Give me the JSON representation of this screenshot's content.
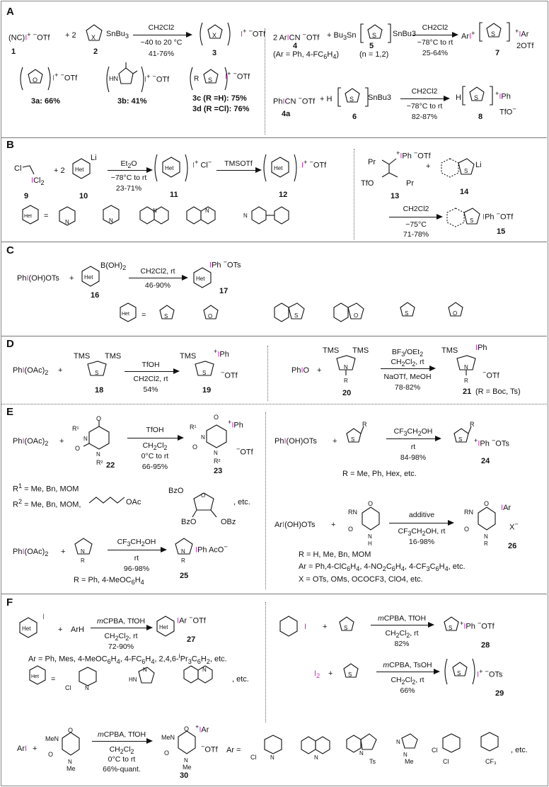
{
  "sections": [
    "A",
    "B",
    "C",
    "D",
    "E",
    "F"
  ],
  "A": {
    "r1_lhs": "(NC)",
    "r1_otf": "OTf",
    "r1_plus": "+ 2",
    "cmp1": "1",
    "cmp2": "2",
    "cmp3": "3",
    "snbu3": "SnBu",
    "cond_solvent": "CH2Cl2",
    "cond_temp": "−40 to 20 °C",
    "cond_yield": "41-76%",
    "otf": "OTf",
    "p3a": "3a: 66%",
    "p3b": "3b: 41%",
    "p3c": "3c (R =H): 75%",
    "p3d": "3d (R =Cl): 76%",
    "r2_lhs": "2 ArICN OTf",
    "r2_plus": "+ Bu3Sn",
    "r2_sn": "SnBu3",
    "cmp4": "4",
    "cmp5": "5",
    "cmp7": "7",
    "ar_def": "(Ar = Ph, 4-FC6H4)",
    "n_def": "(n = 1,2)",
    "cond2_solvent": "CH2Cl2",
    "cond2_temp": "−78°C to rt",
    "cond2_yield": "25-64%",
    "p7_ar": "Ar",
    "p7_iar": "Ar",
    "p7_2otf": "2OTf",
    "r3_lhs": "PhICN OTf",
    "r3_h": "+ H",
    "r3_sn": "SnBu3",
    "cmp4a": "4a",
    "cmp6": "6",
    "cmp8": "8",
    "cond3_solvent": "CH2Cl2",
    "cond3_temp": "−78°C to rt",
    "cond3_yield": "82-87%",
    "p8_h": "H",
    "p8_ph": "Ph",
    "p8_tfo": "TfO"
  },
  "B": {
    "cl": "Cl",
    "icl2": "ICl2",
    "plus2": "+ 2",
    "li": "Li",
    "cmp9": "9",
    "cmp10": "10",
    "cmp11": "11",
    "cmp12": "12",
    "cmp13": "13",
    "cmp14": "14",
    "cmp15": "15",
    "cond_solvent": "Et2O",
    "cond_temp": "−78°C to rt",
    "cond_yield": "23-71%",
    "tmsotf": "TMSOTf",
    "cl_minus": "Cl",
    "otf": "OTf",
    "pr": "Pr",
    "tfo": "TfO",
    "iph": "IPh",
    "plus": "+",
    "cond2_solvent": "CH2Cl2",
    "cond2_temp": "−75°C",
    "cond2_yield": "71-78%",
    "het": "Het",
    "eq": "="
  },
  "C": {
    "reagent": "PhI(OH)OTs",
    "plus": "+",
    "boh2": "B(OH)2",
    "cmp16": "16",
    "cmp17": "17",
    "cond_solvent": "CH2Cl2, rt",
    "cond_yield": "46-90%",
    "iph": "IPh",
    "ots": "OTs",
    "het": "Het",
    "eq": "="
  },
  "D": {
    "reagent1": "PhI(OAc)2",
    "plus": "+",
    "tms": "TMS",
    "cmp18": "18",
    "cmp19": "19",
    "cmp20": "20",
    "cmp21": "21",
    "cond1_acid": "TfOH",
    "cond1_solvent": "CH2Cl2, rt",
    "cond1_yield": "54%",
    "iph": "IPh",
    "otf": "OTf",
    "reagent2": "PhIO",
    "cond2_a": "BF3/OEt2",
    "cond2_b": "CH2Cl2, rt",
    "cond2_c": "NaOTf, MeOH",
    "cond2_yield": "78-82%",
    "r_def": "(R = Boc, Ts)",
    "n_r": "R"
  },
  "E": {
    "reagent1": "PhI(OAc)2",
    "plus": "+",
    "cmp22": "22",
    "cmp23": "23",
    "cmp24": "24",
    "cmp25": "25",
    "cmp26": "26",
    "cond1_acid": "TfOH",
    "cond1_solvent": "CH2Cl2",
    "cond1_temp": "0°C to rt",
    "cond1_yield": "66-95%",
    "iph": "IPh",
    "otf": "OTf",
    "r1_def": "R1 = Me, Bn, MOM",
    "r2_def": "R2 = Me, Bn, MOM,",
    "oac": "OAc",
    "bzo": "BzO",
    "obz": "OBz",
    "etc": ", etc.",
    "reagent2": "PhI(OAc)2",
    "cond2_solvent": "CF3CH2OH",
    "cond2_temp": "rt",
    "cond2_yield": "96-98%",
    "aco": "AcO",
    "r_pyr_def": "R = Ph, 4-MeOC6H4",
    "reagent3": "PhI(OH)OTs",
    "cond3_solvent": "CF3CH2OH",
    "cond3_temp": "rt",
    "cond3_yield": "84-98%",
    "ots": "OTs",
    "r_thio_def": "R = Me, Ph, Hex, etc.",
    "reagent4": "ArI(OH)OTs",
    "cond4_a": "additive",
    "cond4_b": "CF3CH2OH, rt",
    "cond4_yield": "16-98%",
    "iar": "IAr",
    "xminus": "X",
    "r_def4": "R = H, Me, Bn, MOM",
    "ar_def4": "Ar = Ph,4-ClC6H4, 4-NO2C6H4, 4-CF3C6H4, etc.",
    "x_def4": "X = OTs, OMs, OCOCF3, ClO4, etc."
  },
  "F": {
    "i": "I",
    "plus": "+",
    "arh": "ArH",
    "cond1_a": "mCPBA, TfOH",
    "cond1_b": "CH2Cl2, rt",
    "cond1_yield": "72-90%",
    "cmp27": "27",
    "cmp28": "28",
    "cmp29": "29",
    "cmp30": "30",
    "iar": "IAr",
    "otf": "OTf",
    "ar_def": "Ar = Ph, Mes, 4-MeOC6H4, 4-FC6H4, 2,4,6-iPr3C6H2, etc.",
    "etc": ", etc.",
    "cond2_a": "mCPBA, TfOH",
    "cond2_b": "CH2Cl2, rt",
    "cond2_yield": "82%",
    "i2": "I2",
    "cond3_a": "mCPBA, TsOH",
    "cond3_b": "CH2Cl2, rt",
    "cond3_yield": "66%",
    "ots": "OTs",
    "ari": "ArI",
    "cond4_a": "mCPBA, TfOH",
    "cond4_b": "CH2Cl2",
    "cond4_c": "0°C to rt",
    "cond4_yield": "66%-quant.",
    "ar_eq": "Ar =",
    "me": "Me",
    "ts": "Ts",
    "cl": "Cl",
    "cf3": "CF3",
    "het": "Het",
    "eq": "="
  },
  "colors": {
    "iodine": "#d42cc4",
    "text": "#111111"
  }
}
